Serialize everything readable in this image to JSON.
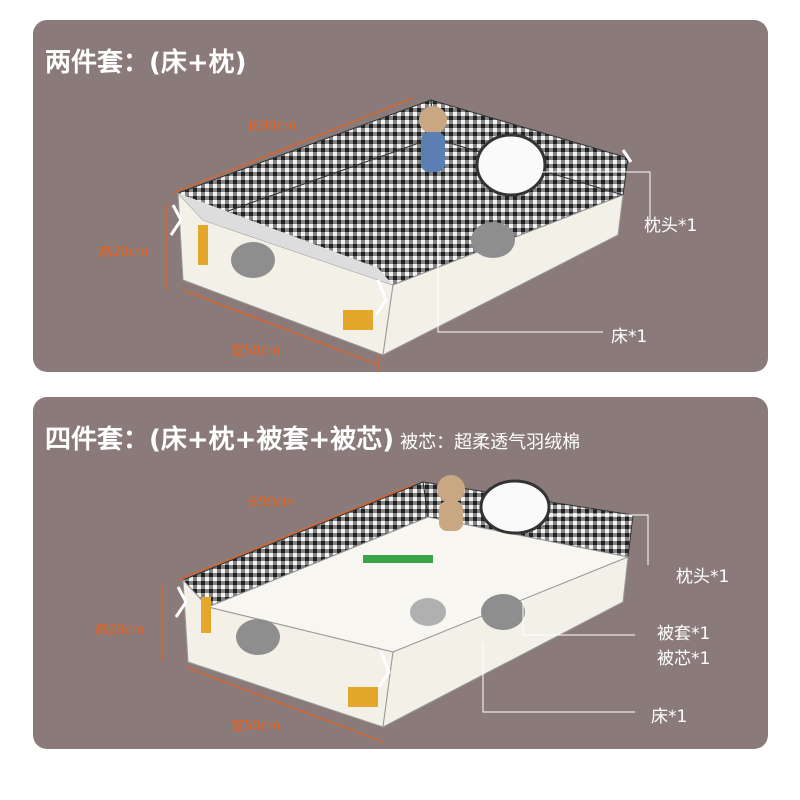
{
  "sets": [
    {
      "title": "两件套：(床+枕)",
      "subtitle": "",
      "dims": {
        "length": "长90cm",
        "height": "高20cm",
        "width": "宽50cm"
      },
      "labels": {
        "pillow": "枕头*1",
        "bed": "床*1"
      }
    },
    {
      "title": "四件套：(床+枕+被套+被芯)",
      "subtitle": "被芯：超柔透气羽绒棉",
      "dims": {
        "length": "长90cm",
        "height": "高20cm",
        "width": "宽50cm"
      },
      "labels": {
        "pillow": "枕头*1",
        "quilt_cover": "被套*1",
        "quilt_core": "被芯*1",
        "bed": "床*1"
      }
    }
  ],
  "colors": {
    "panel": "#8a7b7a",
    "dimension": "#e8601c",
    "label": "#ffffff"
  }
}
